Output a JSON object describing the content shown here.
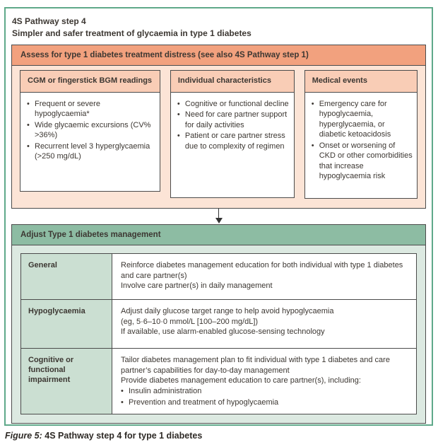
{
  "figure": {
    "title": "4S Pathway step 4",
    "subtitle": "Simpler and safer treatment of glycaemia in type 1 diabetes",
    "caption_prefix": "Figure 5:",
    "caption_text": " 4S Pathway step 4 for type 1 diabetes"
  },
  "assess": {
    "header": "Assess for type 1 diabetes treatment distress (see also 4S Pathway step 1)",
    "columns": [
      {
        "title": "CGM or fingerstick BGM readings",
        "items": [
          "Frequent or severe hypoglycaemia*",
          "Wide glycaemic excursions (CV% >36%)",
          "Recurrent level 3 hyperglycaemia (>250 mg/dL)"
        ]
      },
      {
        "title": "Individual characteristics",
        "items": [
          "Cognitive or functional decline",
          "Need for care partner support for daily activities",
          "Patient or care partner stress due to complexity of regimen"
        ]
      },
      {
        "title": "Medical events",
        "items": [
          "Emergency care for hypoglycaemia, hyperglycaemia, or diabetic ketoacidosis",
          "Onset or worsening of CKD or other comorbidities that increase hypoglycaemia risk"
        ]
      }
    ]
  },
  "adjust": {
    "header": "Adjust Type 1 diabetes management",
    "rows": [
      {
        "label": "General",
        "lines": [
          "Reinforce diabetes management education for both individual with type 1 diabetes and care partner(s)",
          "Involve care partner(s) in daily management"
        ],
        "bullets": []
      },
      {
        "label": "Hypoglycaemia",
        "lines": [
          "Adjust daily glucose target range to help avoid hypoglycaemia",
          "(eg, 5·6–10·0 mmol/L [100–200 mg/dL])",
          "If available, use alarm-enabled glucose-sensing technology"
        ],
        "bullets": []
      },
      {
        "label": "Cognitive or functional impairment",
        "lines": [
          "Tailor diabetes management plan to fit individual with type 1 diabetes and care partner’s capabilities for day-to-day management",
          "Provide diabetes management education to care partner(s), including:"
        ],
        "bullets": [
          "Insulin administration",
          "Prevention and treatment of hypoglycaemia"
        ]
      }
    ]
  },
  "icons": {
    "flow_arrow": "down-arrow"
  },
  "colors": {
    "frame_border": "#5FA98A",
    "assess_header_bg": "#F2A17E",
    "assess_body_bg": "#FCE4D6",
    "panel_header_bg": "#F9CDB6",
    "adjust_header_bg": "#8DBCA3",
    "adjust_body_bg": "#DCE9E1",
    "label_cell_bg": "#CBDFD2",
    "border_dark": "#4B4B4B",
    "text": "#3C3732"
  }
}
